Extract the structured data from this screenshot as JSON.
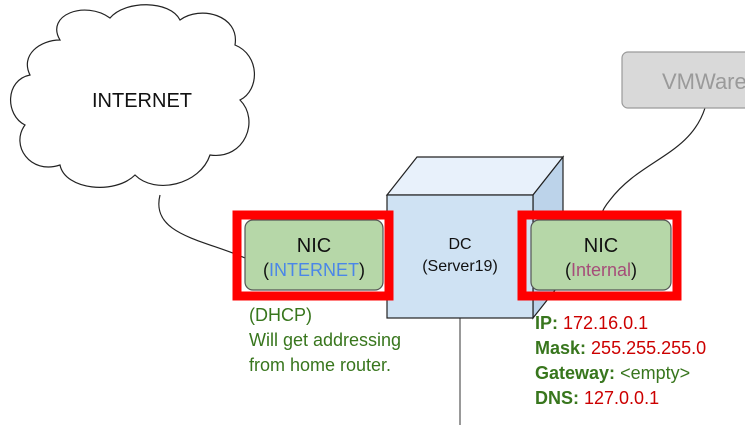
{
  "internet_cloud": {
    "label": "INTERNET"
  },
  "vmware_box": {
    "label": "VMWare"
  },
  "dc_server": {
    "title": "DC",
    "subtitle": "(Server19)"
  },
  "nic_internet": {
    "title": "NIC",
    "open_paren": "(",
    "name": "INTERNET",
    "close_paren": ")"
  },
  "nic_internal": {
    "title": "NIC",
    "open_paren": "(",
    "name": "Internal",
    "close_paren": ")"
  },
  "dhcp_note": {
    "lines": [
      "(DHCP)",
      "Will get addressing",
      "from home router."
    ]
  },
  "internal_config": {
    "ip": {
      "key": "IP:",
      "value": "172.16.0.1"
    },
    "mask": {
      "key": "Mask:",
      "value": "255.255.255.0"
    },
    "gateway": {
      "key": "Gateway:",
      "value": "<empty>"
    },
    "dns": {
      "key": "DNS:",
      "value": "127.0.0.1"
    }
  },
  "colors": {
    "nic_fill": "#b6d7a8",
    "highlight_border": "#ff0000",
    "server_front": "#cfe2f3",
    "server_top": "#e8f1fb",
    "server_side": "#bcd3ea",
    "vmware_fill": "#d9d9d9",
    "green_text": "#38761d",
    "red_text": "#cc0000",
    "blue_text": "#4a86e8",
    "mauve_text": "#a64d79"
  }
}
